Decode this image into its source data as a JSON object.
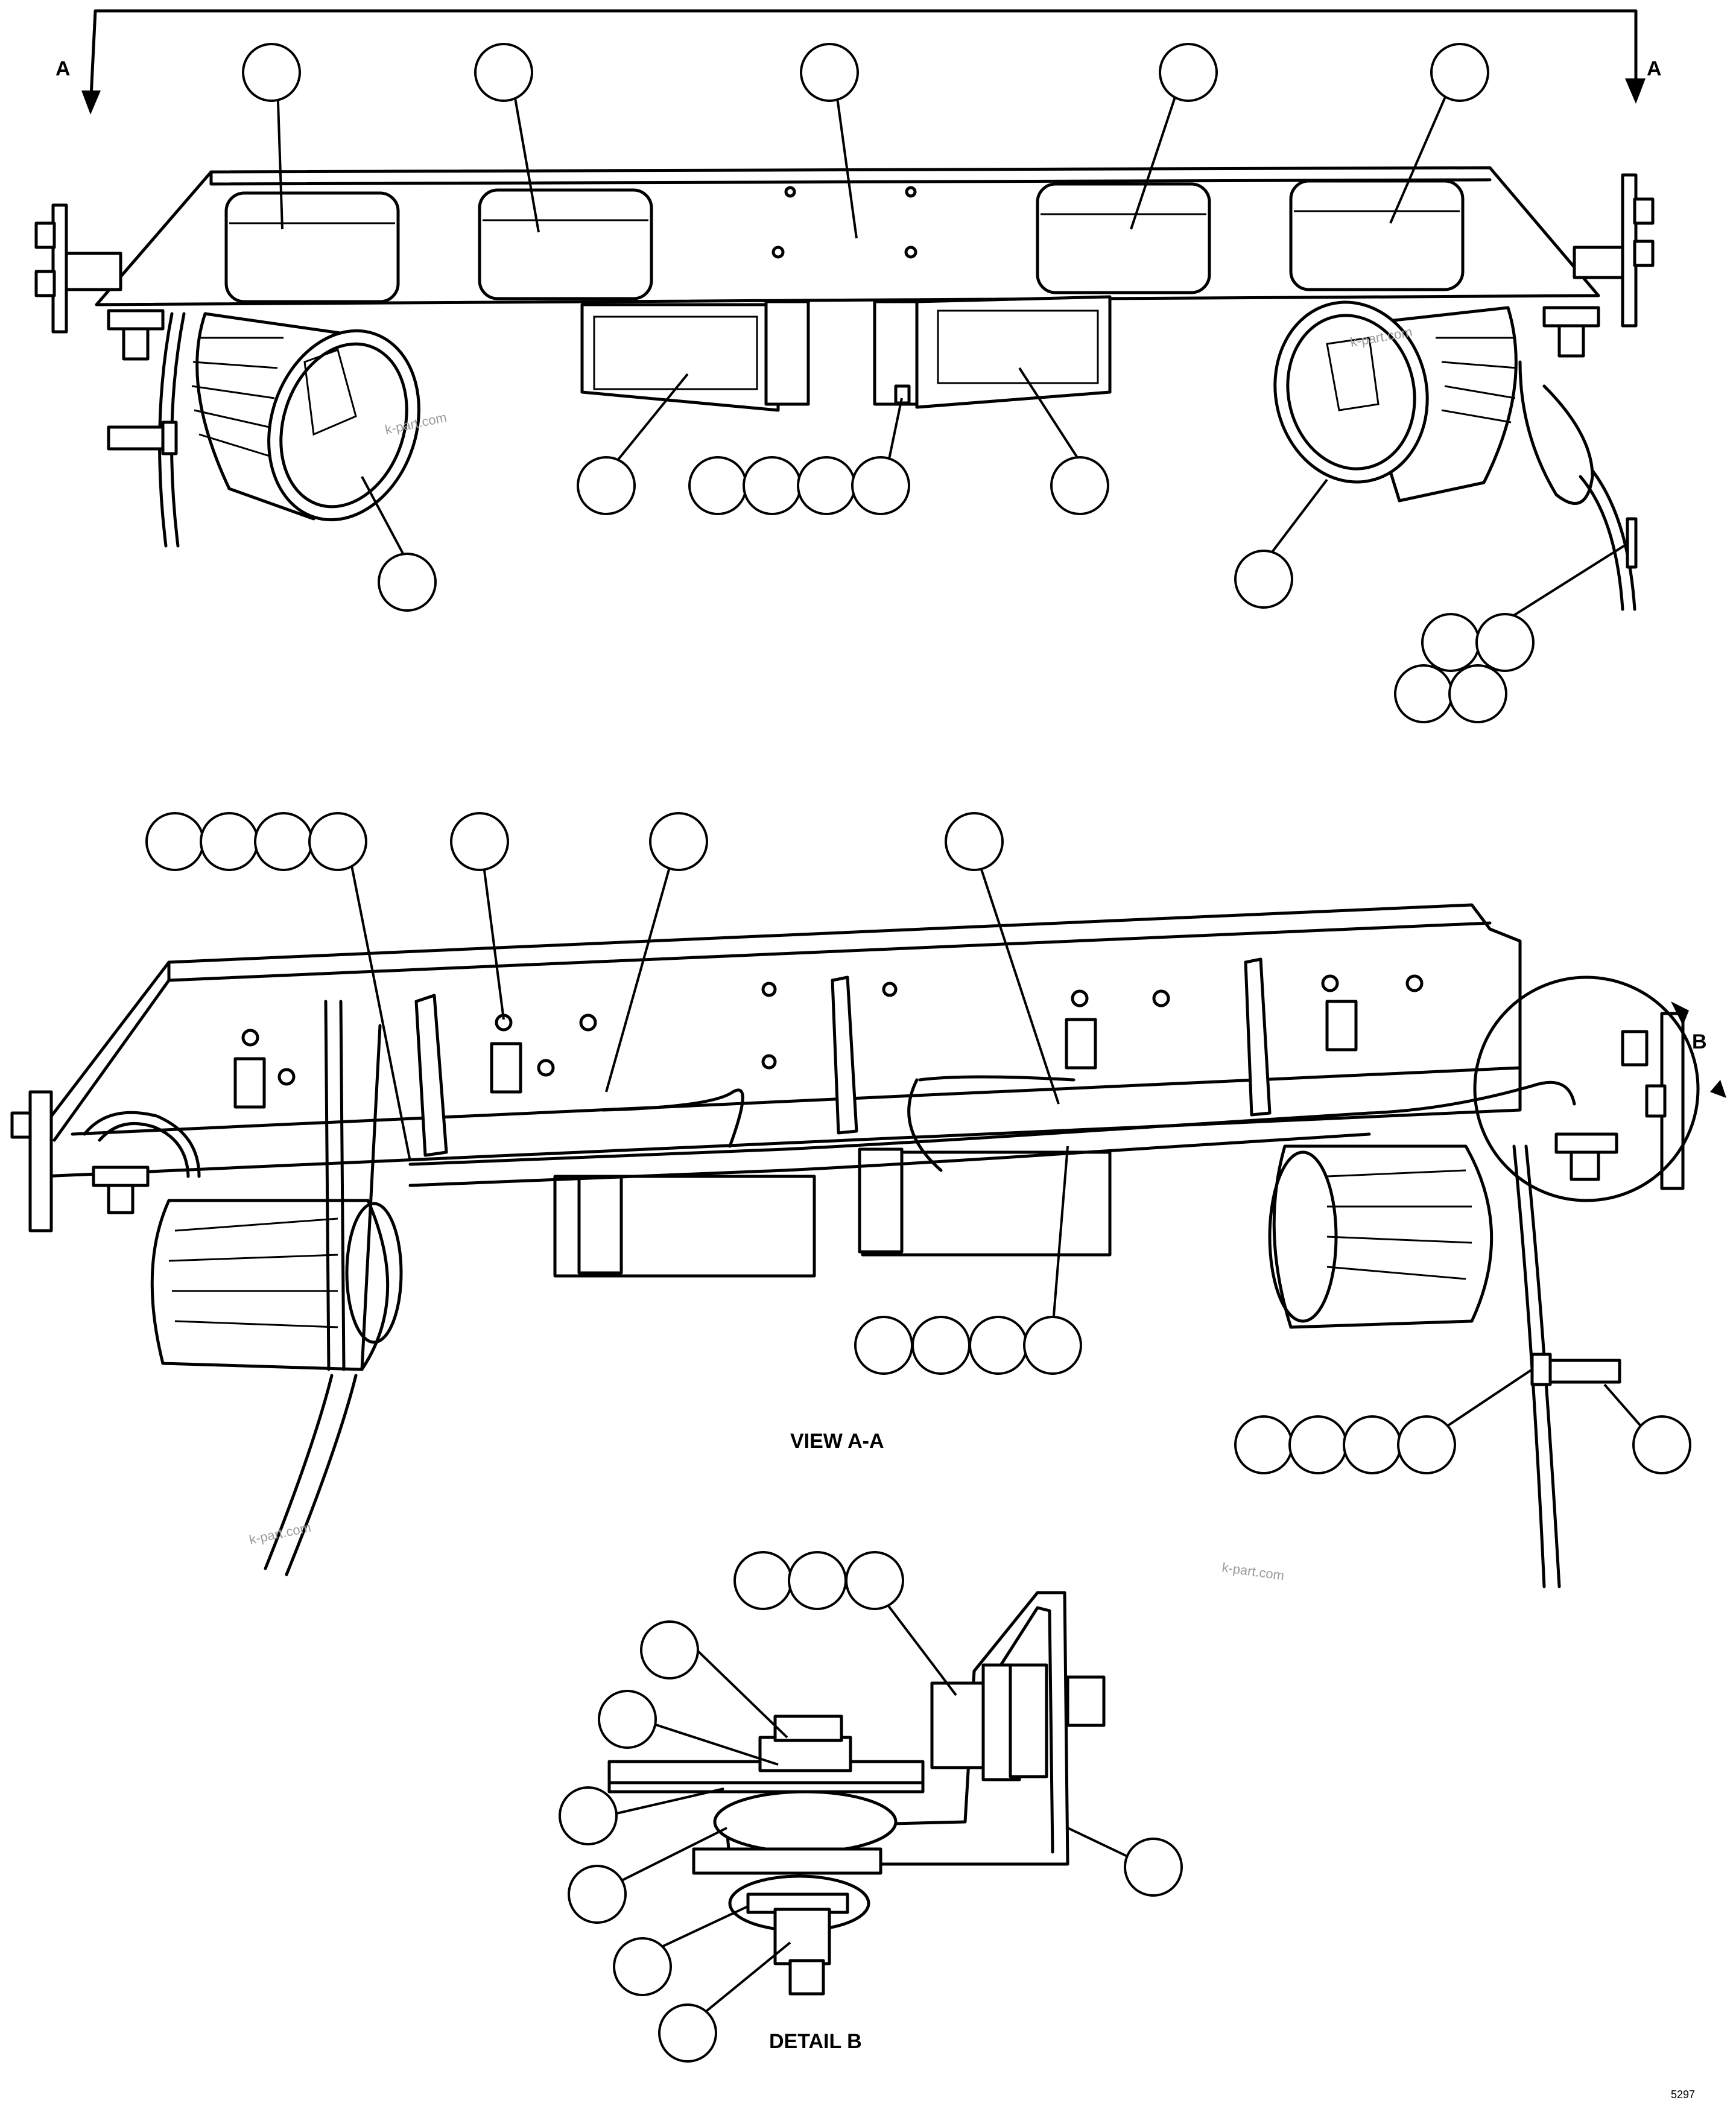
{
  "labels": {
    "section_left": "A",
    "section_right": "A",
    "view_title": "VIEW A-A",
    "detail_callout": "B",
    "detail_title": "DETAIL B",
    "corner_code": "5297"
  },
  "watermarks": [
    "k-part.com",
    "k-part.com",
    "k-part.com",
    "k-part.com"
  ],
  "colors": {
    "line": "#000000",
    "background": "#ffffff",
    "watermark": "#9a9a9a"
  }
}
